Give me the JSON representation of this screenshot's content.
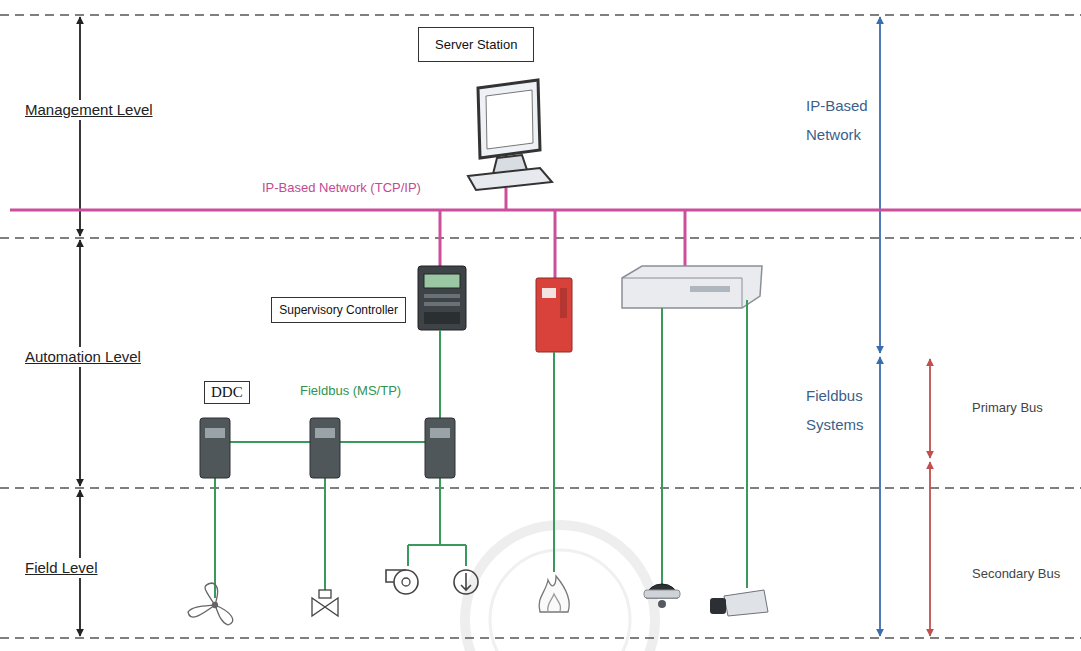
{
  "diagram": {
    "nodes": [
      {
        "text": [
          "Server Station"
        ]
      },
      {
        "text": [
          "Supervisory Controller"
        ]
      },
      {
        "text": [
          "DDC"
        ]
      }
    ],
    "labels": [
      "Management Level",
      "Automation Level",
      "Field Level",
      "IP-Based Network (TCP/IP)",
      "IP-Based Network",
      "Fieldbus (MS/TP)",
      "Fieldbus Systems",
      "Primary Bus",
      "Secondary Bus"
    ]
  }
}
